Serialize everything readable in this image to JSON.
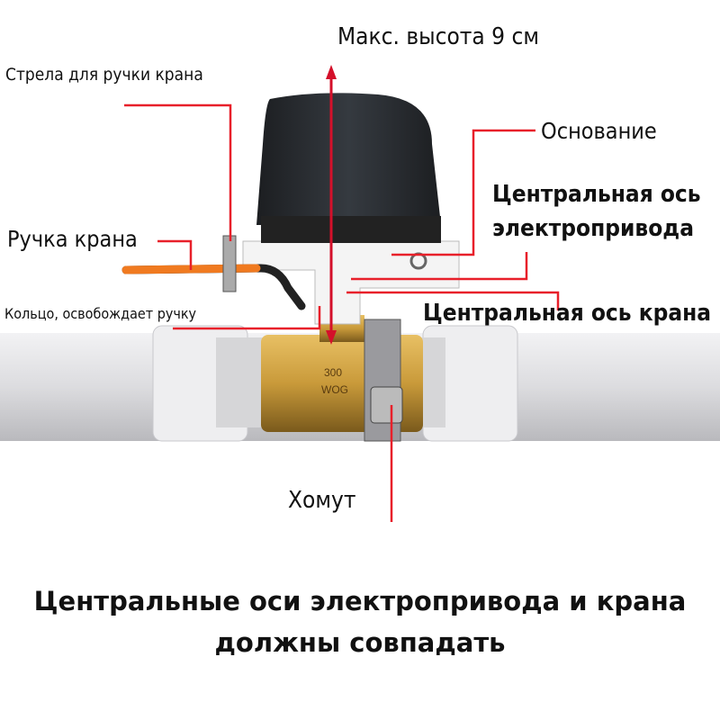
{
  "labels": {
    "max_height": "Макс. высота 9 см",
    "handle_arm": "Стрела для ручки крана",
    "base": "Основание",
    "actuator_axis_1": "Центральная ось",
    "actuator_axis_2": "электропривода",
    "valve_handle": "Ручка крана",
    "ring": "Кольцо, освобождает ручку",
    "valve_axis": "Центральная ось крана",
    "clamp": "Хомут"
  },
  "caption": {
    "line1": "Центральные оси электропривода и крана",
    "line2": "должны совпадать"
  },
  "valve_marking": {
    "line1": "300",
    "line2": "WOG"
  },
  "colors": {
    "callout": "#e8202a",
    "actuator": "#2a2d31",
    "brass": "#c99a3a",
    "pipe": "#e4e4e6",
    "handle": "#f07a20"
  }
}
